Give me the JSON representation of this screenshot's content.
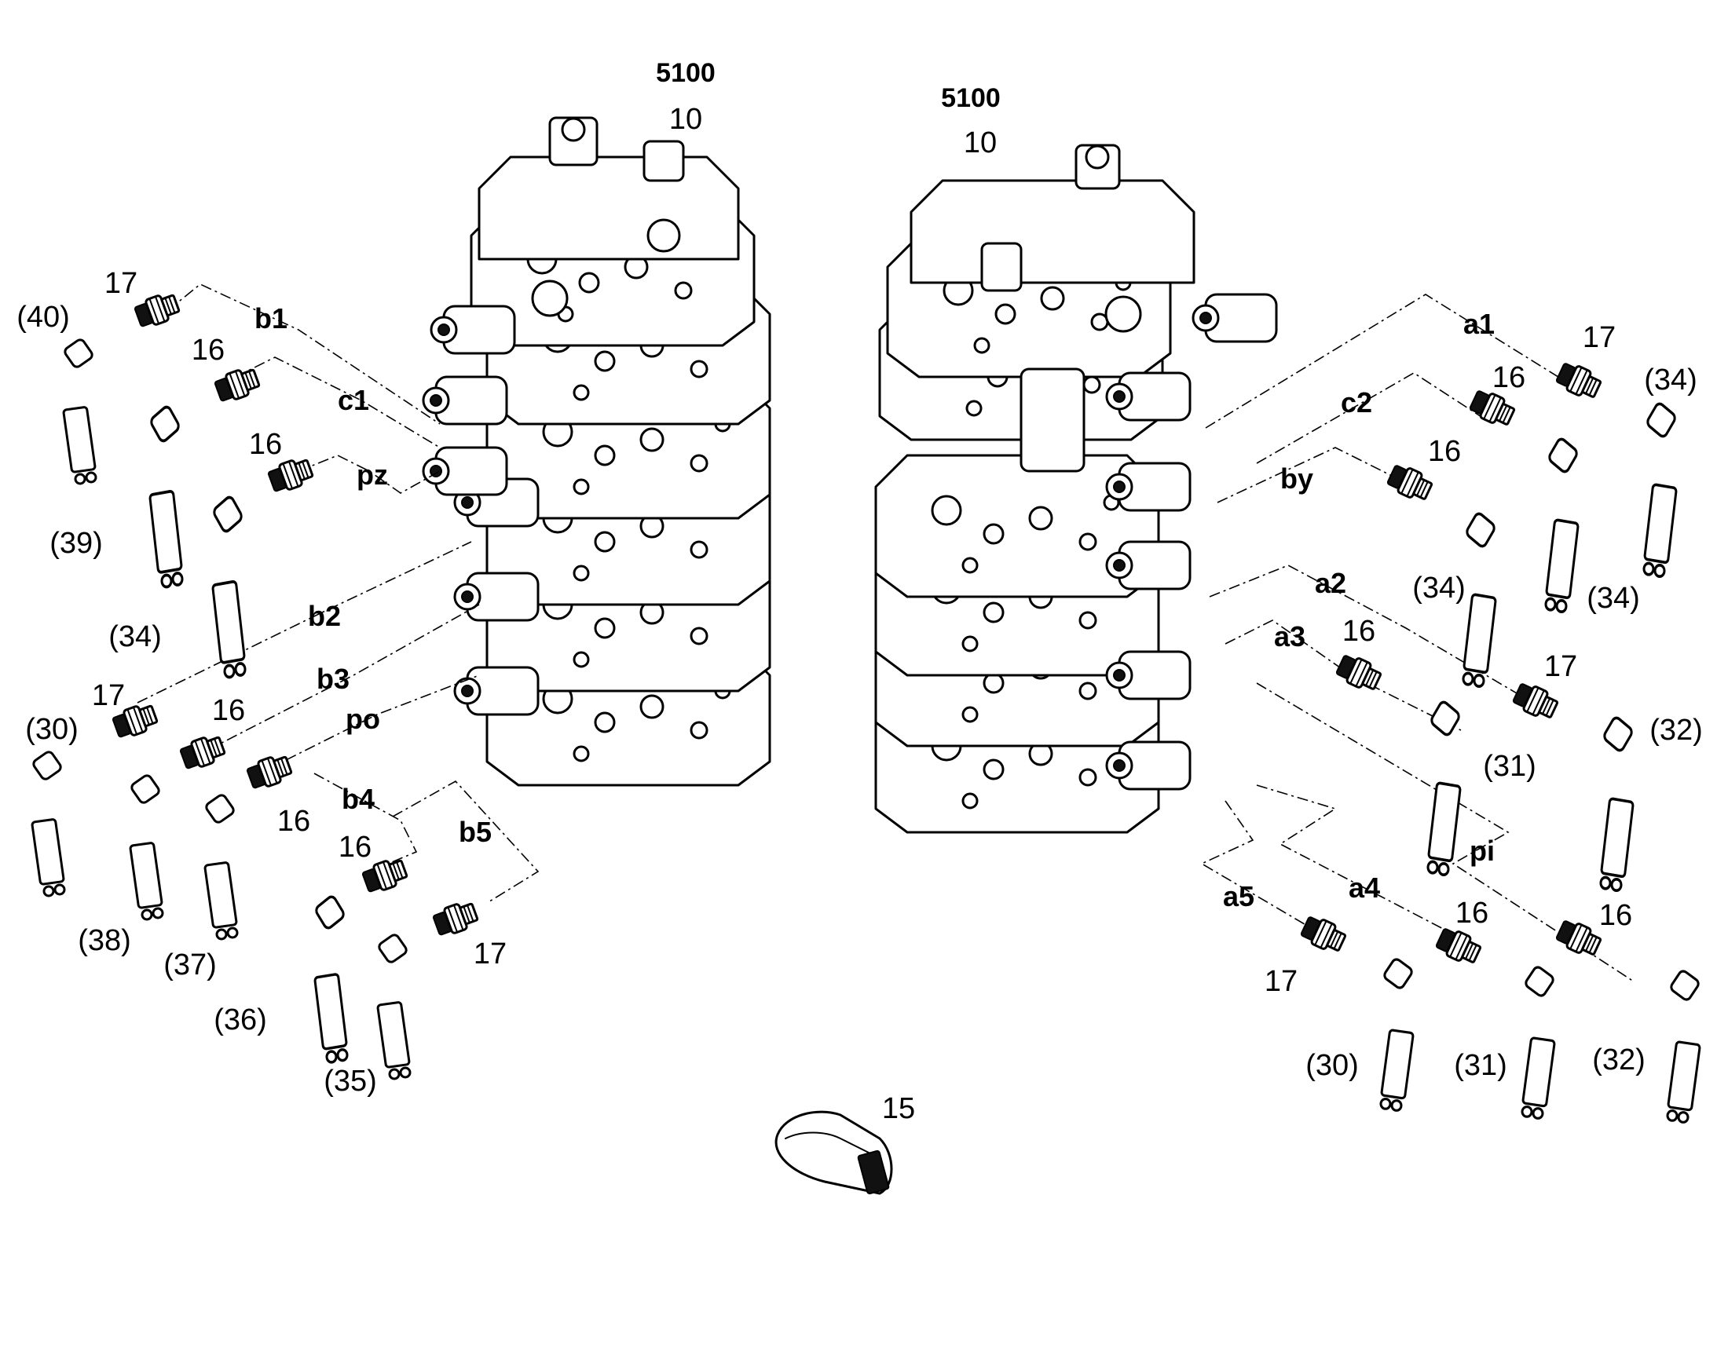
{
  "left_block": {
    "group_code": "5100",
    "item_no": "10"
  },
  "right_block": {
    "group_code": "5100",
    "item_no": "10"
  },
  "strap": {
    "item_no": "15"
  },
  "port_labels": {
    "b1": "b1",
    "c1": "c1",
    "pz": "pz",
    "b2": "b2",
    "b3": "b3",
    "po": "po",
    "b4": "b4",
    "b5": "b5",
    "a1": "a1",
    "c2": "c2",
    "by": "by",
    "a2": "a2",
    "a3": "a3",
    "pi": "pi",
    "a5": "a5",
    "a4": "a4"
  },
  "fitting_labels": {
    "L17a": "17",
    "L16a": "16",
    "L16b": "16",
    "L17b": "17",
    "L16c": "16",
    "L16d": "16",
    "L16e": "16",
    "L17c": "17",
    "R17a": "17",
    "R16a": "16",
    "R16b": "16",
    "R16c": "16",
    "R17b": "17",
    "R17c": "17",
    "R16d": "16",
    "R16e": "16"
  },
  "hose_labels": {
    "L40": "(40)",
    "L39": "(39)",
    "L34": "(34)",
    "L30": "(30)",
    "L38": "(38)",
    "L37": "(37)",
    "L36": "(36)",
    "L35": "(35)",
    "R34a": "(34)",
    "R34b": "(34)",
    "R34c": "(34)",
    "R31a": "(31)",
    "R32a": "(32)",
    "R30": "(30)",
    "R31b": "(31)",
    "R32b": "(32)"
  }
}
